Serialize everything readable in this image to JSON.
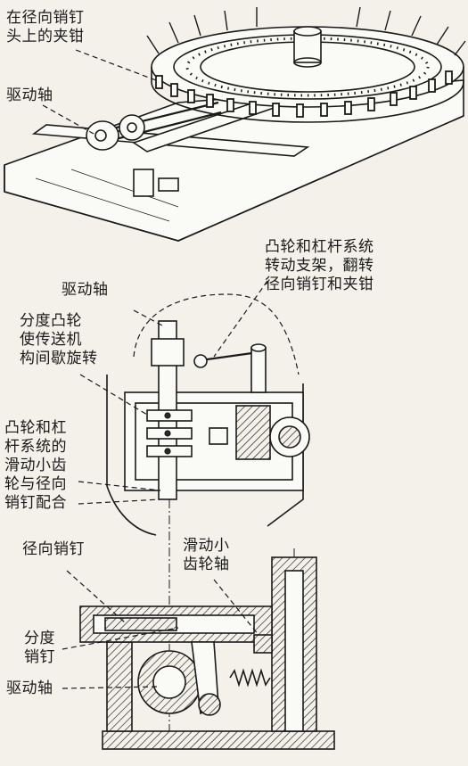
{
  "labels": {
    "clamp_on_pin_head": "在径向销钉\n头上的夹钳",
    "drive_shaft_top": "驱动轴",
    "cam_lever_support": "凸轮和杠杆系统\n转动支架，翻转\n径向销钉和夹钳",
    "drive_shaft_middle": "驱动轴",
    "indexing_cam": "分度凸轮\n使传送机\n构间歇旋转",
    "cam_lever_slide_gear": "凸轮和杠\n杆系统的\n滑动小齿\n轮与径向\n销钉配合",
    "slide_gear_shaft": "滑动小\n齿轮轴",
    "radial_pin": "径向销钉",
    "indexing_pin": "分度\n销钉",
    "drive_shaft_bottom": "驱动轴"
  }
}
